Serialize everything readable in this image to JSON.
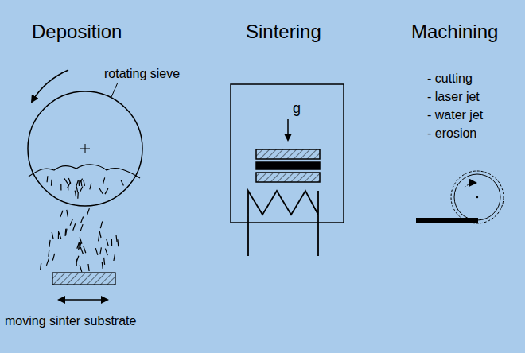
{
  "diagram": {
    "labels": [
      "Deposition",
      "Sintering",
      "Machining",
      "rotating sieve",
      "moving sinter substrate",
      "g",
      "- cutting",
      "- laser jet",
      "- water jet",
      "- erosion"
    ]
  }
}
